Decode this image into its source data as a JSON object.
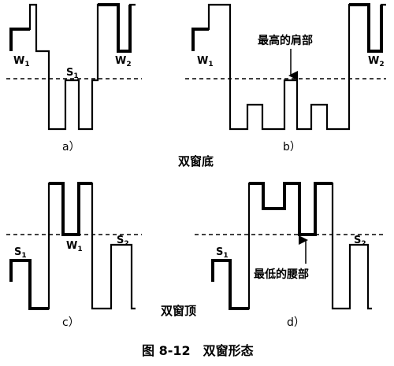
{
  "labels": {
    "w": "W",
    "s": "S",
    "sub1": "1",
    "sub2": "2",
    "a": "a）",
    "b": "b）",
    "c": "c）",
    "d": "d）"
  },
  "annotations": {
    "highest_shoulder": "最高的肩部",
    "lowest_waist": "最低的腰部"
  },
  "section_titles": {
    "double_bottom": "双窗底",
    "double_top": "双窗顶"
  },
  "figure_caption": "图 8-12　双窗形态"
}
